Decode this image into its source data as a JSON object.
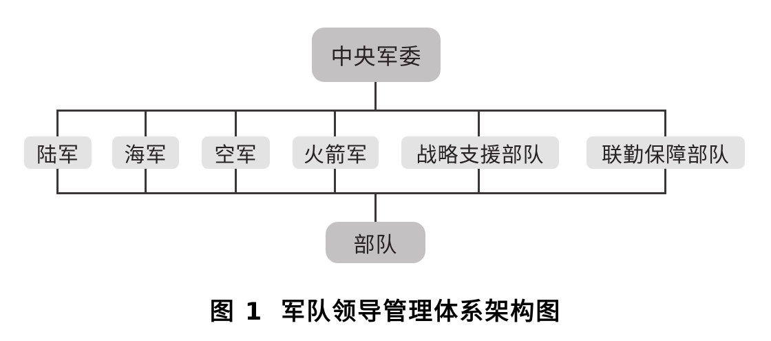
{
  "diagram": {
    "root": {
      "label": "中央军委"
    },
    "branches": [
      {
        "label": "陆军"
      },
      {
        "label": "海军"
      },
      {
        "label": "空军"
      },
      {
        "label": "火箭军"
      },
      {
        "label": "战略支援部队"
      },
      {
        "label": "联勤保障部队"
      }
    ],
    "sink": {
      "label": "部队"
    },
    "colors": {
      "node_fill_dark": "#c3c1c1",
      "node_fill_light": "#e4e3e3",
      "connector_line": "#3a3637",
      "node_text": "#272324",
      "caption_text": "#000000",
      "background": "#ffffff"
    }
  },
  "caption": {
    "figure_label": "图 1",
    "title": "军队领导管理体系架构图"
  }
}
